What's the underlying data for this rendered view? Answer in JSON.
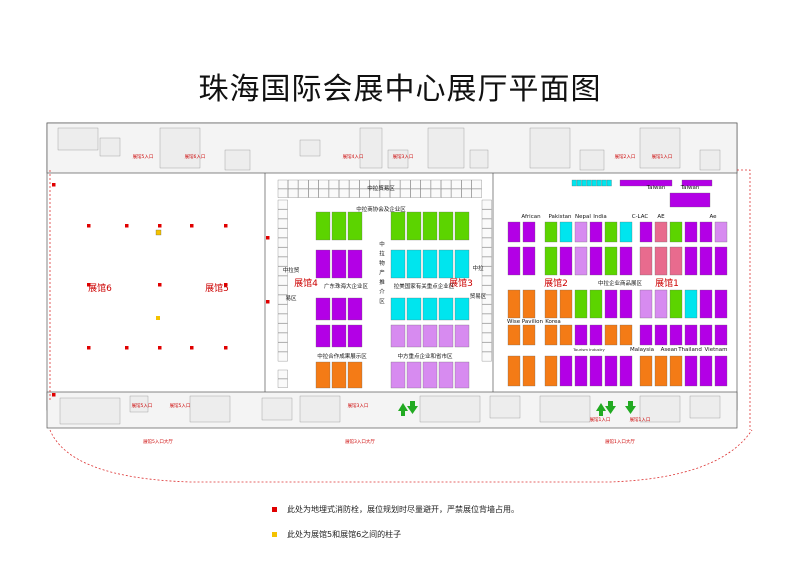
{
  "title": "珠海国际会展中心展厅平面图",
  "colors": {
    "orange": "#f47b16",
    "purple": "#b300e6",
    "green": "#5cd400",
    "cyan": "#00e5ee",
    "lilac": "#d78bf0",
    "pink": "#e86b8e",
    "gray": "#b8b8b8",
    "hydrant": "#e00000",
    "pillar": "#f4c200",
    "arrow": "#22aa22",
    "red_text": "#cc0000",
    "path": "#dd3333"
  },
  "halls": {
    "hall6": "展馆6",
    "hall5": "展馆5",
    "hall4": "展馆4",
    "hall3": "展馆3",
    "hall2": "展馆2",
    "hall1": "展馆1"
  },
  "zones": {
    "china_latin_trade": "中拉贸易区",
    "assoc_enterprise": "中拉商协会及企业区",
    "china_latin_promo": "中拉物产推介区",
    "trade_left_1": "中拉贸",
    "trade_left_2": "易区",
    "trade_right_1": "中拉",
    "trade_right_2": "贸易区",
    "guangdong": "广东珠海大企业区",
    "latin_key_enterprise": "拉美国家有关重点企业区",
    "coop_achievement": "中拉合作成果展示区",
    "china_key_enterprise": "中方重点企业和省市区",
    "latin_goods": "中拉企业商品展区",
    "tourism": "Tourism Industry"
  },
  "country_labels": [
    {
      "name": "African"
    },
    {
      "name": "Pakistan"
    },
    {
      "name": "Nepal"
    },
    {
      "name": "India"
    },
    {
      "name": "C-LAC"
    },
    {
      "name": "AE"
    },
    {
      "name": "Taiwan"
    },
    {
      "name": "Taiwan"
    },
    {
      "name": "Ae"
    },
    {
      "name": "Wise Pavilion"
    },
    {
      "name": "Korea"
    },
    {
      "name": "Malaysia"
    },
    {
      "name": "Asean"
    },
    {
      "name": "Thailand"
    },
    {
      "name": "Vietnam"
    }
  ],
  "entrances": {
    "e5_6": "展馆5入口",
    "hall_5_6_entrance": "展馆5入口大厅",
    "e3_4": "展馆3入口",
    "hall_3_4_entrance": "展馆3入口大厅",
    "e1_2": "展馆1入口",
    "hall_1_2_entrance": "展馆1入口大厅",
    "top_labels": [
      "展馆5入口",
      "展馆6入口",
      "展馆4入口",
      "展馆3入口",
      "展馆2入口",
      "展馆1入口"
    ]
  },
  "legend": {
    "hydrant": "此处为地埋式消防栓，展位规划时尽量避开，严禁展位背墙占用。",
    "pillar": "此处为展馆5和展馆6之间的柱子"
  }
}
